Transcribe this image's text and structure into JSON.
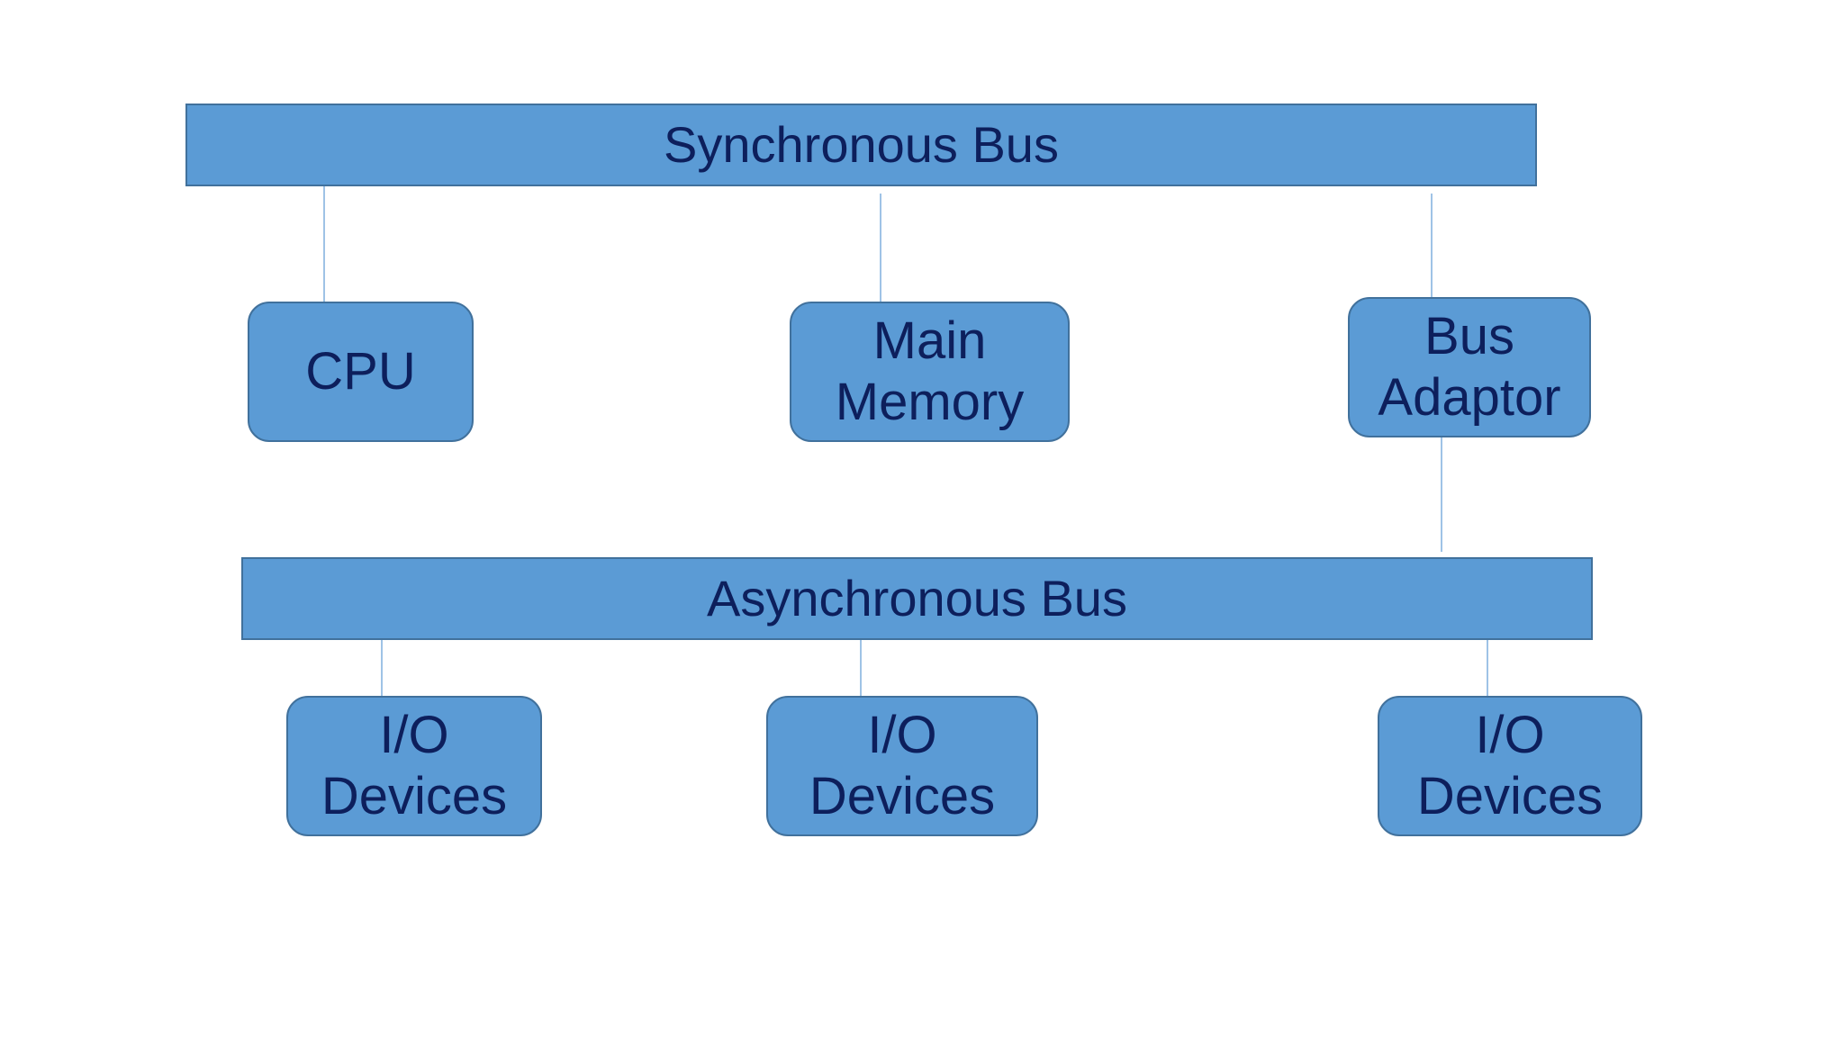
{
  "buses": {
    "synchronous": "Synchronous Bus",
    "asynchronous": "Asynchronous Bus"
  },
  "nodes": {
    "cpu": "CPU",
    "main_memory": "Main\nMemory",
    "bus_adaptor": "Bus\nAdaptor",
    "io_devices_1": "I/O\nDevices",
    "io_devices_2": "I/O\nDevices",
    "io_devices_3": "I/O\nDevices"
  },
  "colors": {
    "box_fill": "#5b9bd5",
    "box_border": "#41719c",
    "text": "#0d1f5c",
    "connector": "#9fc3e6"
  }
}
